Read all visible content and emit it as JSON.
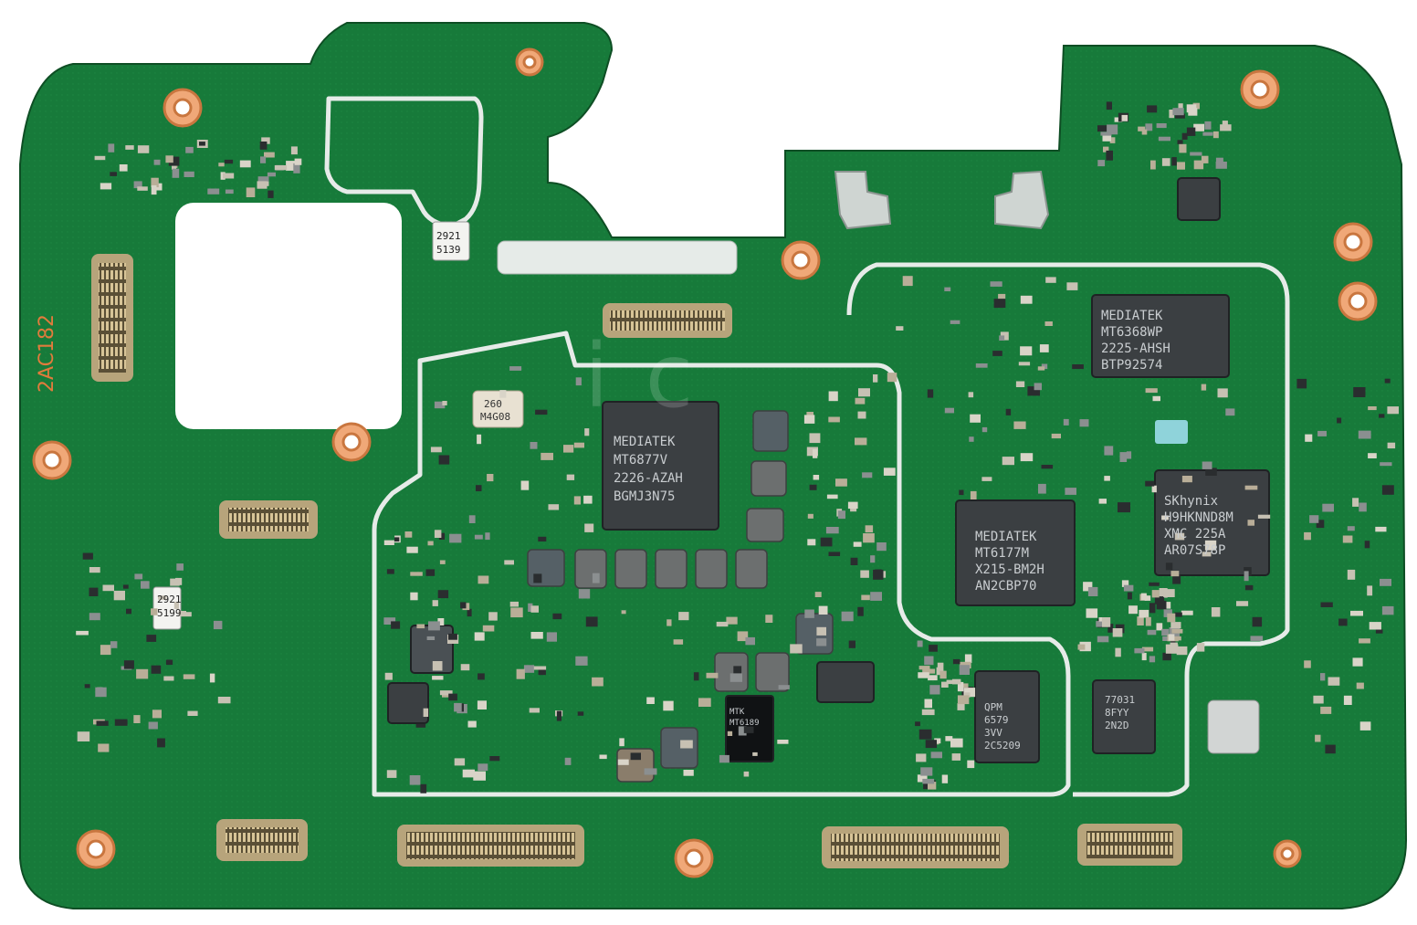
{
  "board": {
    "silkscreen_id": "2AC182",
    "colors": {
      "substrate": "#177a3a",
      "substrate_dark": "#0f5f2c",
      "shield": "#e6ebe8",
      "chip": "#3b3f42",
      "pad_copper": "#f0a878",
      "connector": "#b7a47b"
    }
  },
  "chips": {
    "soc": {
      "line1": "MEDIATEK",
      "line2": "MT6877V",
      "line3": "2226-AZAH",
      "line4": "BGMJ3N75"
    },
    "pmic_top": {
      "line1": "MEDIATEK",
      "line2": "MT6368WP",
      "line3": "2225-AHSH",
      "line4": "BTP92574"
    },
    "pmic_mid": {
      "line1": "MEDIATEK",
      "line2": "MT6177M",
      "line3": "X215-BM2H",
      "line4": "AN2CBP70"
    },
    "memory": {
      "line1": "SKhynix",
      "line2": "H9HKNND8M",
      "line3": "XMC 225A",
      "line4": "AR07S78P"
    },
    "qpm": {
      "line1": "QPM",
      "line2": "6579",
      "line3": "3VV",
      "line4": "2C5209"
    },
    "pa": {
      "line1": "77031",
      "line2": "8FYY",
      "line3": "2N2D"
    },
    "osc": {
      "line1": "260",
      "line2": "M4G08"
    },
    "small_a": {
      "line1": "2921",
      "line2": "5139"
    },
    "small_b": {
      "line1": "2921",
      "line2": "5199"
    },
    "rf_ic": {
      "line1": "MTK",
      "line2": "MT6189"
    }
  },
  "watermark": {
    "text": "ic"
  }
}
